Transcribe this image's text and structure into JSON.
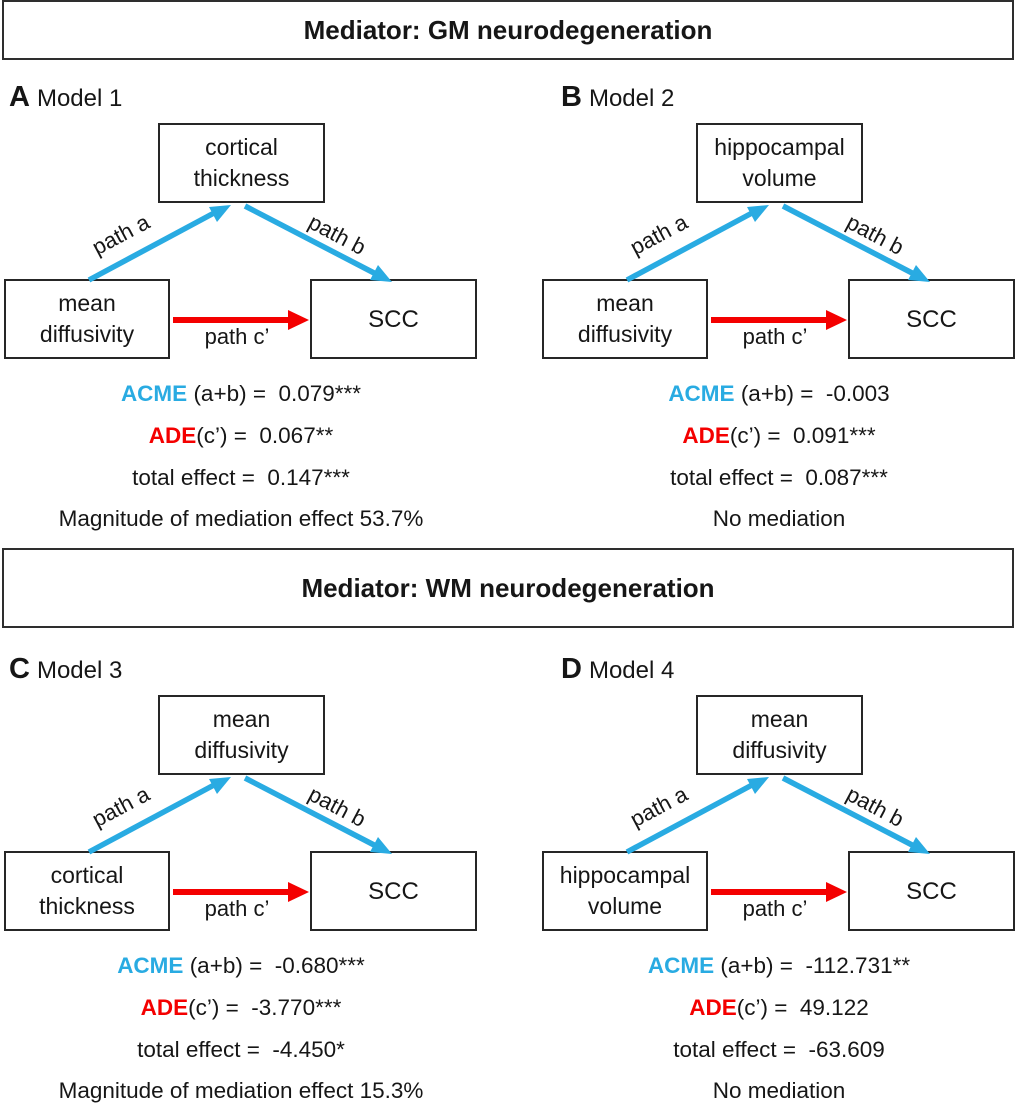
{
  "colors": {
    "path_blue": "#29ABE2",
    "path_red": "#F40000",
    "ink": "#161616",
    "box_border": "#262626"
  },
  "sections": [
    {
      "title": "Mediator: GM neurodegeneration"
    },
    {
      "title": "Mediator: WM neurodegeneration"
    }
  ],
  "panels": [
    {
      "letter": "A",
      "model": "Model 1",
      "mediator": {
        "line1": "cortical",
        "line2": "thickness"
      },
      "predictor": {
        "line1": "mean",
        "line2": "diffusivity"
      },
      "outcome": "SCC",
      "paths": {
        "a": "path a",
        "b": "path b",
        "c": "path c’"
      },
      "stats": {
        "acme_term": "ACME",
        "acme_expr": " (a+b) =  ",
        "acme_value": "0.079***",
        "ade_term": "ADE",
        "ade_expr": "(c’) =  ",
        "ade_value": "0.067**",
        "total_expr": "total effect =  ",
        "total_value": "0.147***",
        "conclusion": "Magnitude of mediation effect 53.7%"
      }
    },
    {
      "letter": "B",
      "model": "Model 2",
      "mediator": {
        "line1": "hippocampal",
        "line2": "volume"
      },
      "predictor": {
        "line1": "mean",
        "line2": "diffusivity"
      },
      "outcome": "SCC",
      "paths": {
        "a": "path a",
        "b": "path b",
        "c": "path c’"
      },
      "stats": {
        "acme_term": "ACME",
        "acme_expr": " (a+b) =  ",
        "acme_value": "-0.003",
        "ade_term": "ADE",
        "ade_expr": "(c’) =  ",
        "ade_value": "0.091***",
        "total_expr": "total effect =  ",
        "total_value": "0.087***",
        "conclusion": "No mediation"
      }
    },
    {
      "letter": "C",
      "model": "Model 3",
      "mediator": {
        "line1": "mean",
        "line2": "diffusivity"
      },
      "predictor": {
        "line1": "cortical",
        "line2": "thickness"
      },
      "outcome": "SCC",
      "paths": {
        "a": "path a",
        "b": "path b",
        "c": "path c’"
      },
      "stats": {
        "acme_term": "ACME",
        "acme_expr": " (a+b) =  ",
        "acme_value": "-0.680***",
        "ade_term": "ADE",
        "ade_expr": "(c’) =  ",
        "ade_value": "-3.770***",
        "total_expr": "total effect =  ",
        "total_value": "-4.450*",
        "conclusion": "Magnitude of mediation effect 15.3%"
      }
    },
    {
      "letter": "D",
      "model": "Model 4",
      "mediator": {
        "line1": "mean",
        "line2": "diffusivity"
      },
      "predictor": {
        "line1": "hippocampal",
        "line2": "volume"
      },
      "outcome": "SCC",
      "paths": {
        "a": "path a",
        "b": "path b",
        "c": "path c’"
      },
      "stats": {
        "acme_term": "ACME",
        "acme_expr": " (a+b) =  ",
        "acme_value": "-112.731**",
        "ade_term": "ADE",
        "ade_expr": "(c’) =  ",
        "ade_value": "49.122",
        "total_expr": "total effect =  ",
        "total_value": "-63.609",
        "conclusion": "No mediation"
      }
    }
  ]
}
